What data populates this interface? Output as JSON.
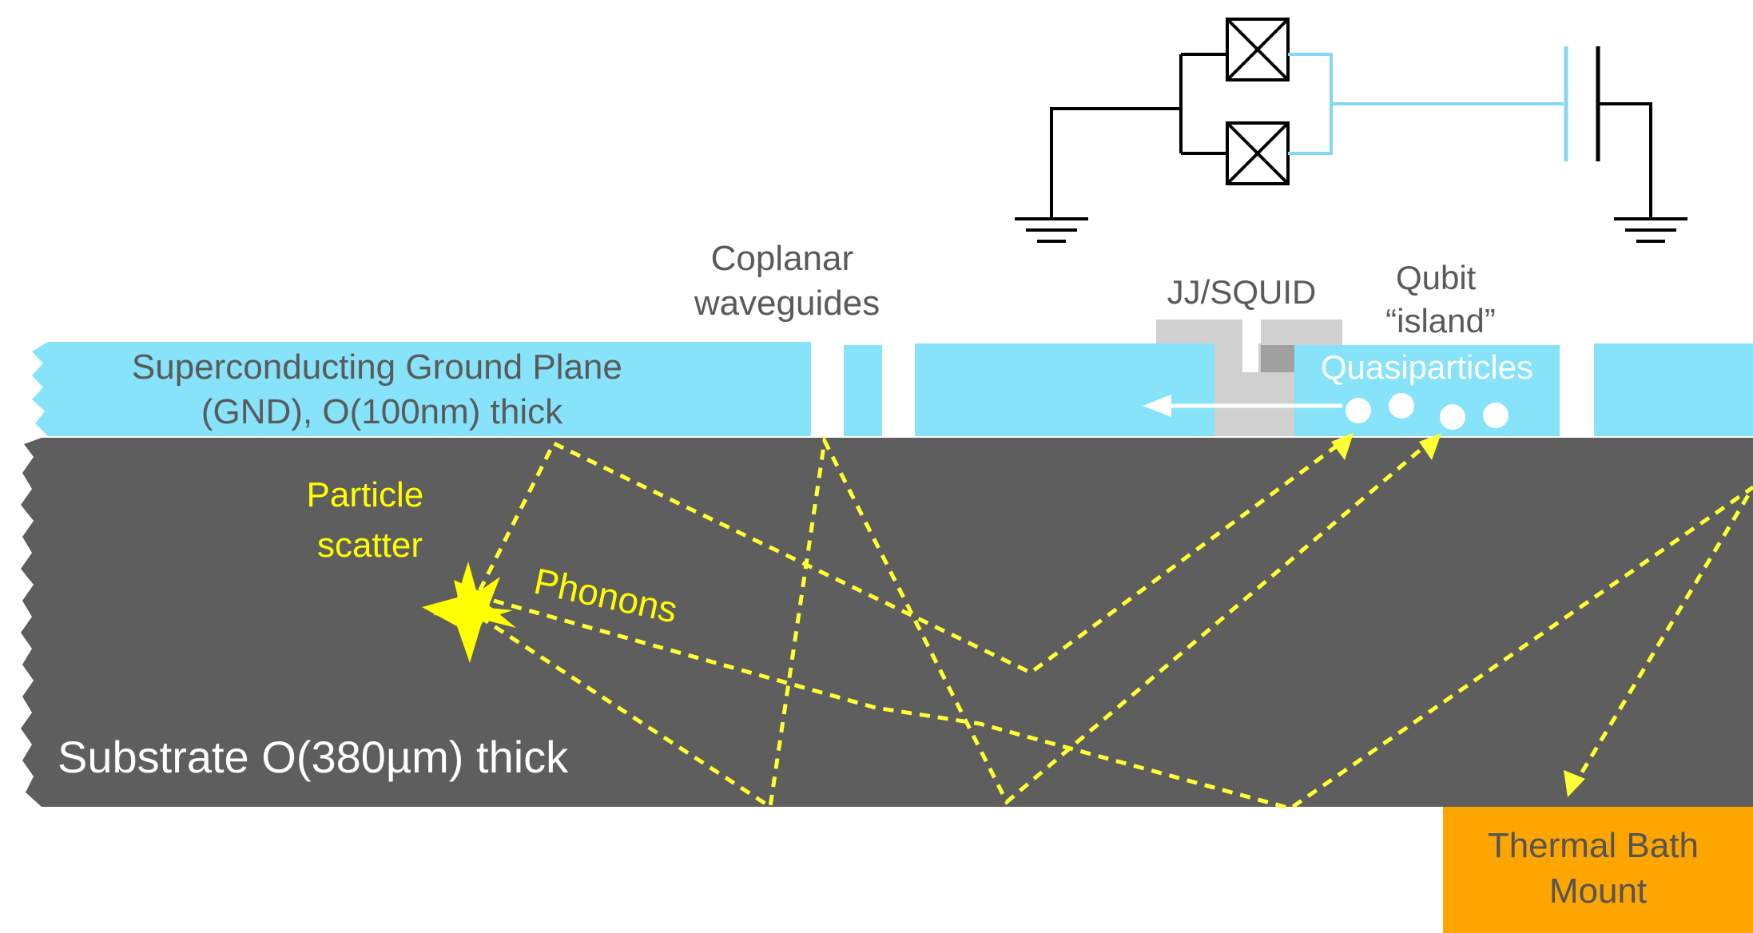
{
  "labels": {
    "coplanar_line1": "Coplanar",
    "coplanar_line2": "waveguides",
    "jj_squid": "JJ/SQUID",
    "qubit_line1": "Qubit",
    "qubit_line2": "“island”",
    "ground_plane_line1": "Superconducting Ground Plane",
    "ground_plane_line2": "(GND), O(100nm) thick",
    "quasiparticles": "Quasiparticles",
    "particle_scatter_line1": "Particle",
    "particle_scatter_line2": "scatter",
    "phonons": "Phonons",
    "substrate": "Substrate O(380µm) thick",
    "thermal_bath_line1": "Thermal Bath",
    "thermal_bath_line2": "Mount"
  },
  "colors": {
    "ground_plane": "#86e3f9",
    "substrate": "#5e5e5e",
    "junction_lead": "#d0d0d0",
    "junction_dark": "#a0a0a0",
    "phonon_paths": "#ffff33",
    "thermal_bath": "#ffa500",
    "circuit_black": "#000000",
    "circuit_blue": "#86d7f0",
    "label_gray": "#5a5a5a"
  }
}
